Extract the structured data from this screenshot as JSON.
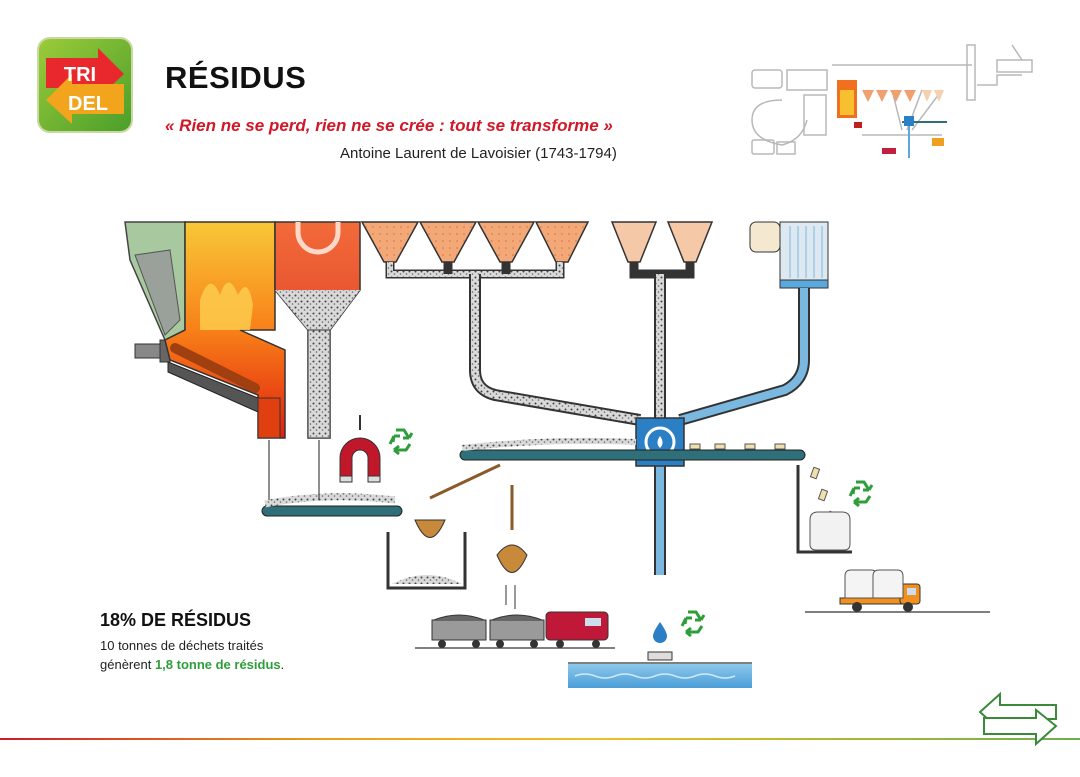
{
  "logo": {
    "line1": "TRI",
    "line2": "DEL"
  },
  "header": {
    "title": "RÉSIDUS",
    "quote": "« Rien ne se perd, rien ne se crée : tout se transforme »",
    "author": "Antoine Laurent de Lavoisier (1743-1794)"
  },
  "stat": {
    "title": "18% DE RÉSIDUS",
    "line1": "10 tonnes de déchets traités",
    "line2_prefix": "génèrent ",
    "line2_highlight": "1,8 tonne de résidus",
    "line2_suffix": "."
  },
  "colors": {
    "brand_red": "#d01828",
    "recycle_green": "#2e9e3a",
    "conveyor": "#2f6f7a",
    "water": "#5aa8dc",
    "hub": "#2b7fc4"
  },
  "icons": [
    "recycle-icon",
    "magnet-icon",
    "water-drop-icon",
    "nav-arrows-icon"
  ]
}
